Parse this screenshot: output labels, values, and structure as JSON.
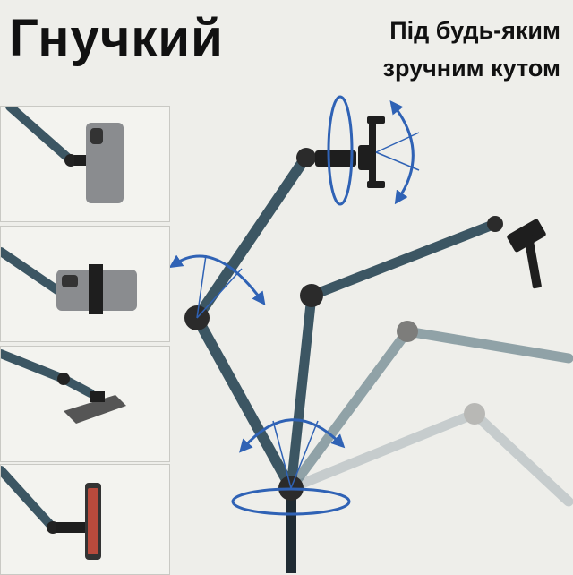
{
  "title": "Гнучкий",
  "subtitle": {
    "line1": "Під будь-яким",
    "line2": "зручним кутом"
  },
  "thumbnails": [
    {
      "name": "phone-upright-back-view"
    },
    {
      "name": "phone-horizontal-view"
    },
    {
      "name": "phone-flat-top-view"
    },
    {
      "name": "phone-vertical-front-view"
    }
  ],
  "colors": {
    "background": "#eeeeea",
    "arm": "#3c5663",
    "joint": "#2b2b2b",
    "rotation_arrow": "#2f62b5",
    "text": "#111111"
  },
  "icons": [
    "rotation-arrow-icon"
  ]
}
